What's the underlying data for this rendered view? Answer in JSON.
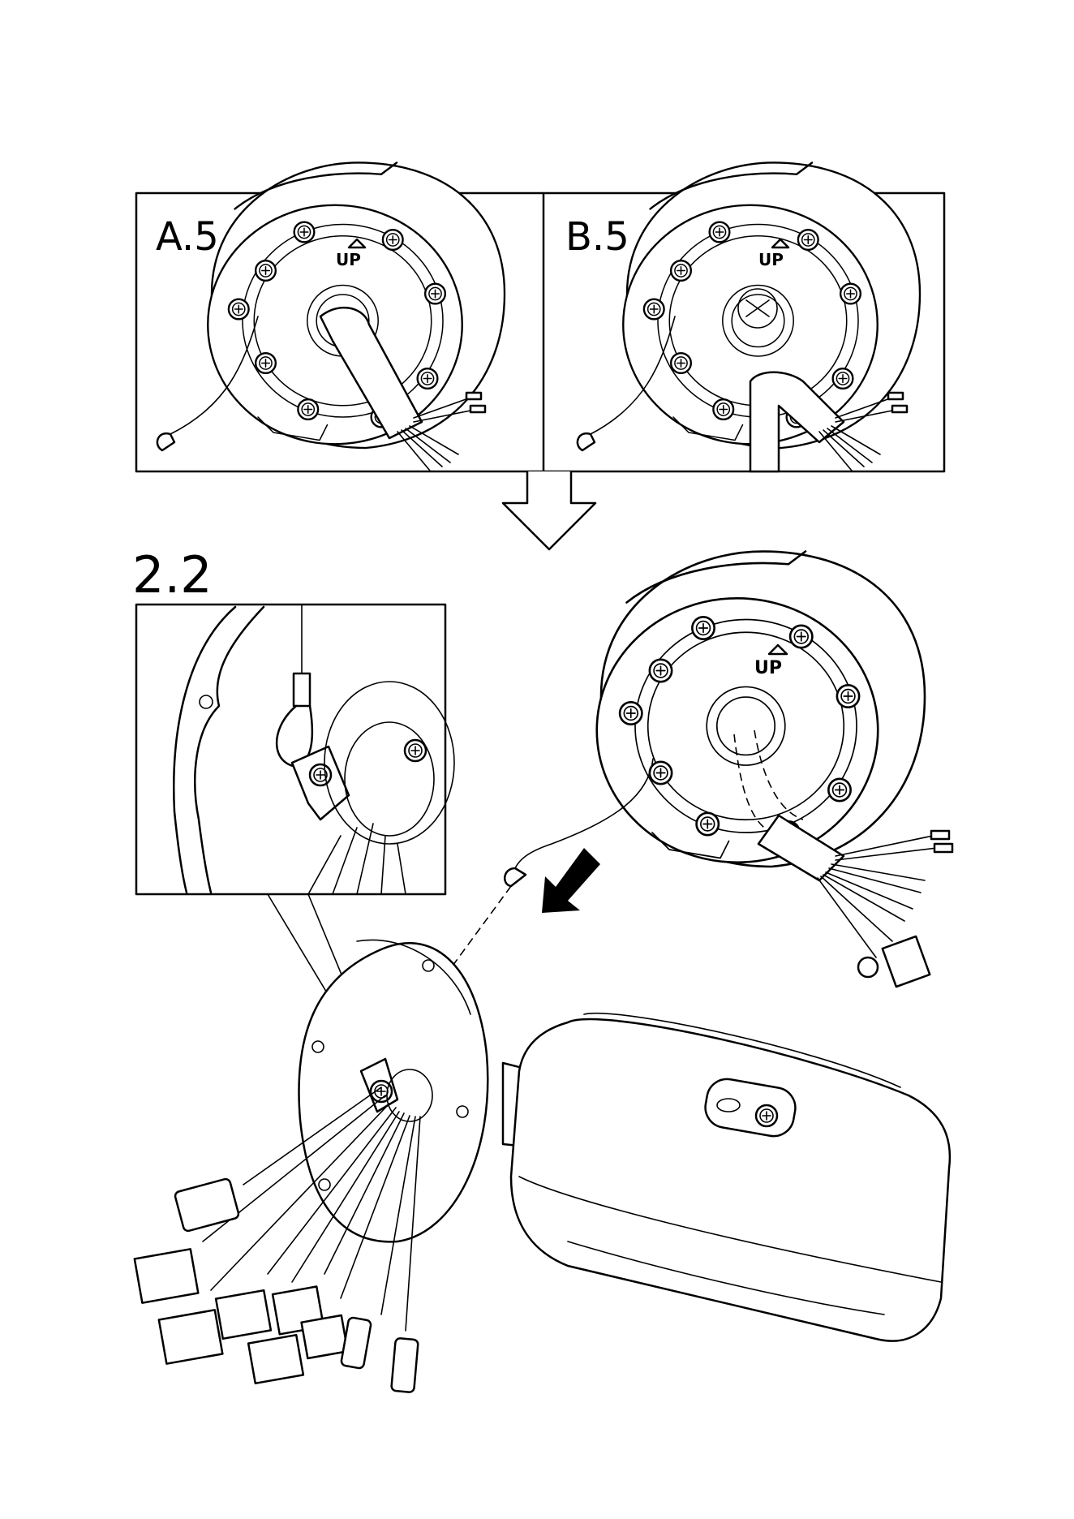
{
  "labels": {
    "panel_a": "A.5",
    "panel_b": "B.5",
    "step": "2.2",
    "up_mark": "UP"
  },
  "icons": {
    "flow_arrow": "down-arrow-icon",
    "direction_arrow": "diagonal-arrow-icon",
    "screw": "screw-icon"
  },
  "colors": {
    "line": "#000000",
    "background": "#ffffff"
  }
}
